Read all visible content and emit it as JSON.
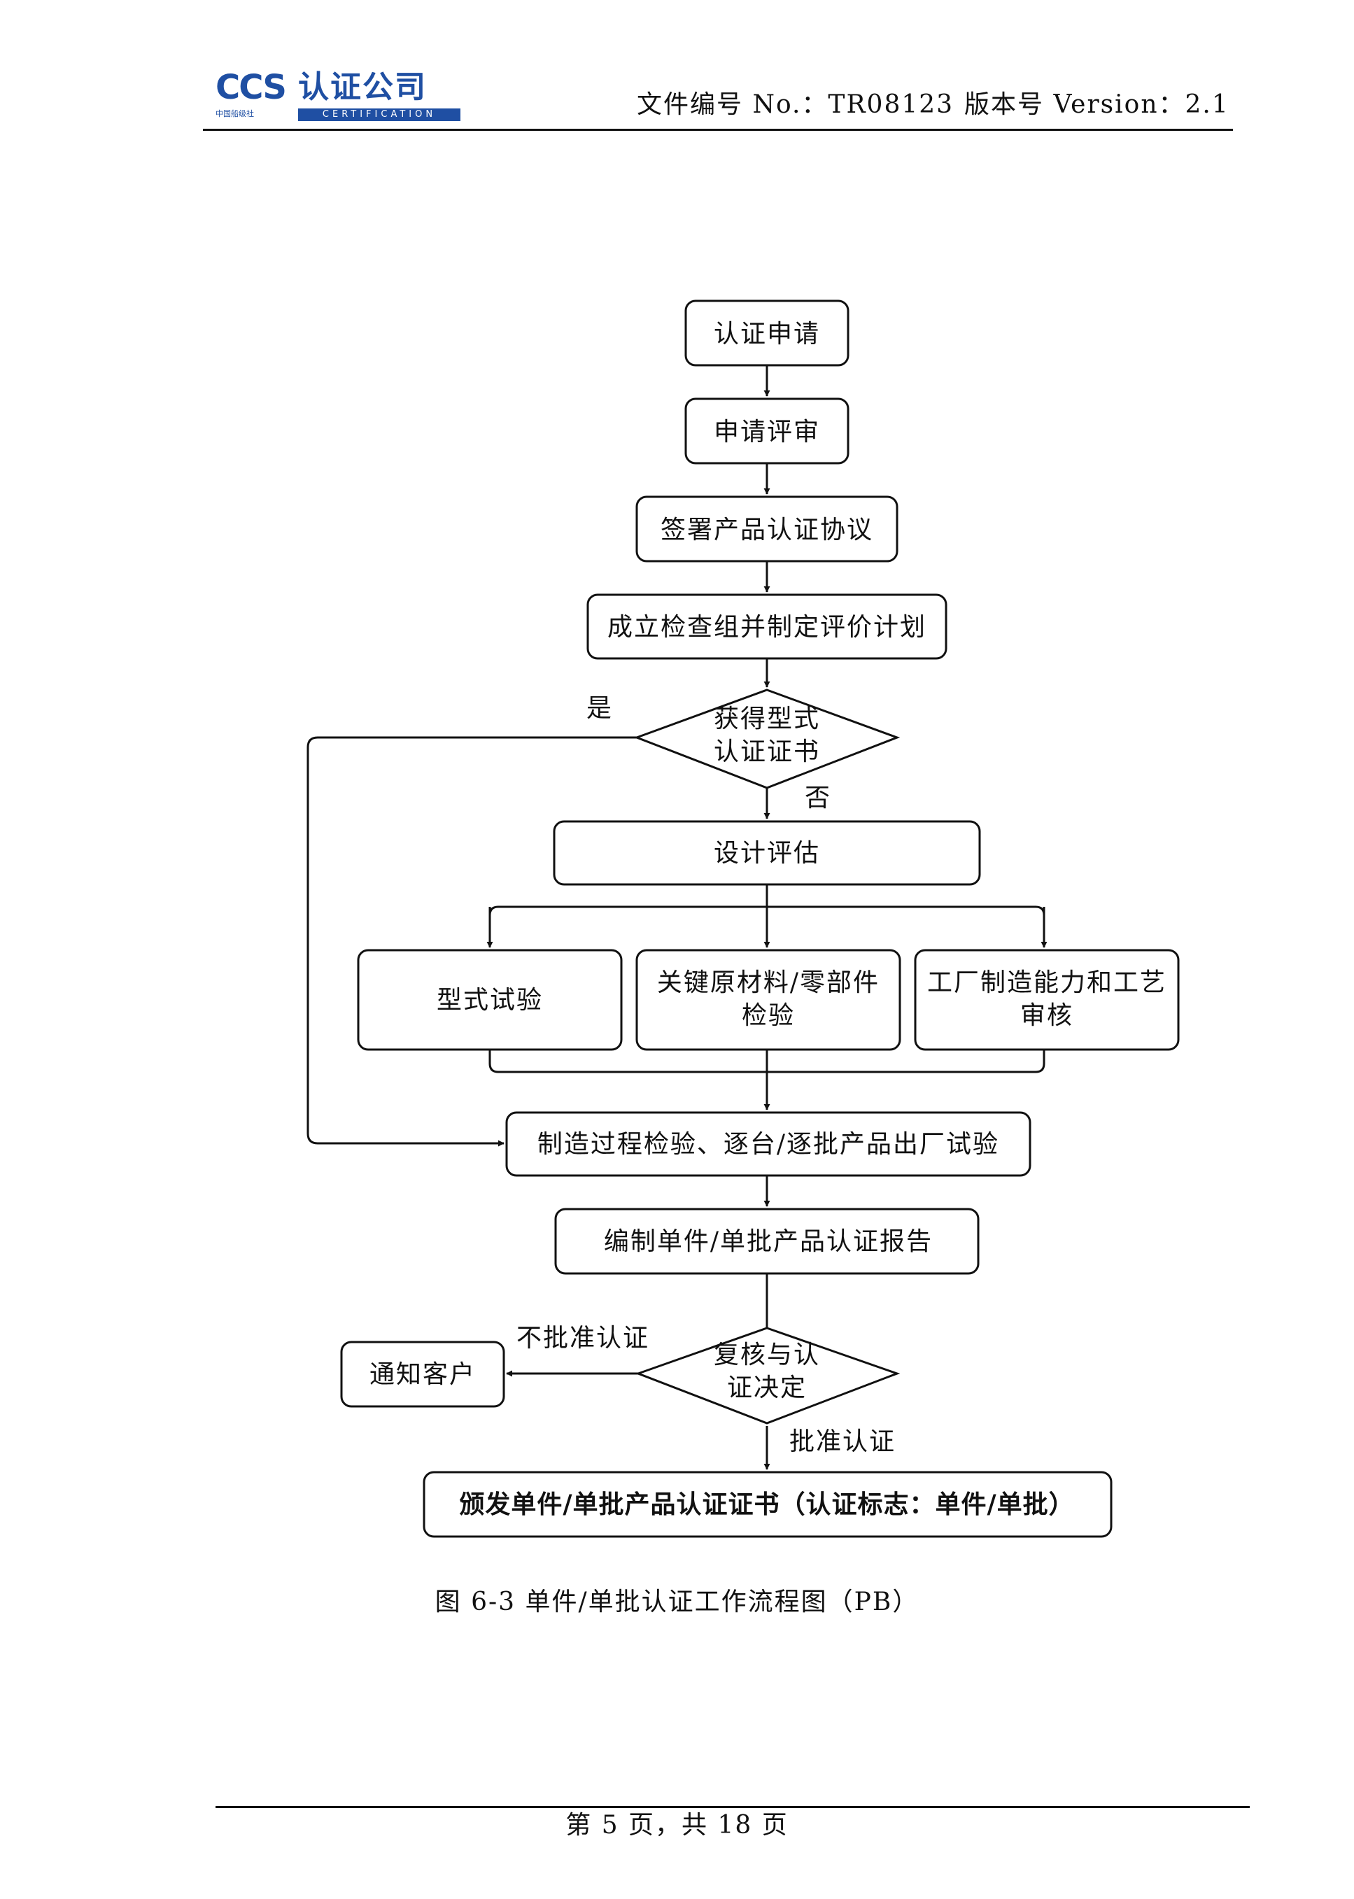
{
  "header": {
    "logo_mark": "CCS",
    "logo_text": "认证公司",
    "logo_sub_small": "中国船级社",
    "logo_sub_bar": "CERTIFICATION",
    "doc_no": "文件编号 No.：TR08123",
    "version": "版本号 Version：2.1"
  },
  "flowchart": {
    "nodes": {
      "apply": "认证申请",
      "review": "申请评审",
      "sign": "签署产品认证协议",
      "team": "成立检查组并制定评价计划",
      "has_cert_1": "获得型式",
      "has_cert_2": "认证证书",
      "design": "设计评估",
      "type_test": "型式试验",
      "key_mat_1": "关键原材料/零部件",
      "key_mat_2": "检验",
      "factory_1": "工厂制造能力和工艺",
      "factory_2": "审核",
      "process": "制造过程检验、逐台/逐批产品出厂试验",
      "report": "编制单件/单批产品认证报告",
      "decide_1": "复核与认",
      "decide_2": "证决定",
      "notify": "通知客户",
      "issue": "颁发单件/单批产品认证证书（认证标志：单件/单批）"
    },
    "labels": {
      "yes": "是",
      "no": "否",
      "reject": "不批准认证",
      "approve": "批准认证"
    }
  },
  "caption": "图 6-3  单件/单批认证工作流程图（PB）",
  "footer": "第 5 页，共 18 页"
}
